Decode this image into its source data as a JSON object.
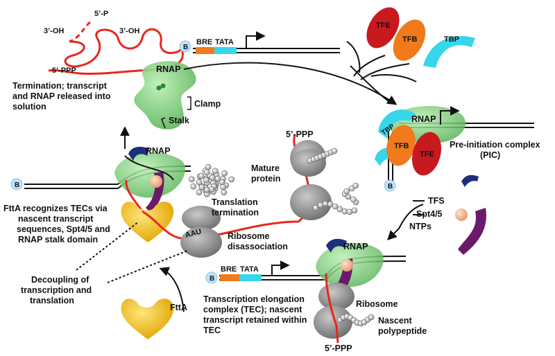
{
  "labels": {
    "termination": [
      "Termination; transcript",
      "and RNAP released into",
      "solution"
    ],
    "oh_left": "3’-OH",
    "p5": "5’-P",
    "oh_right": "3’-OH",
    "ppp_top": "5’-PPP",
    "rnap_free": "RNAP",
    "clamp": "Clamp",
    "stalk": "Stalk",
    "bre": "BRE",
    "tata": "TATA",
    "b": "B",
    "tfe": "TFE",
    "tfb": "TFB",
    "tbp": "TBP",
    "rnap_pic": "RNAP",
    "pic": [
      "Pre-initiation complex",
      "(PIC)"
    ],
    "rnap_left": "RNAP",
    "ppp_mid": "5’-PPP",
    "mature": [
      "Mature",
      "protein"
    ],
    "translation_term": [
      "Translation",
      "termination"
    ],
    "fttA_recognizes": [
      "FttA recognizes TECs via",
      "nascent transcript",
      "sequences, Spt4/5 and",
      "RNAP stalk domain"
    ],
    "aau": "AAU",
    "ribosome_dis": [
      "Ribosome",
      "disassociation"
    ],
    "tfs": "TFS",
    "spt": "Spt4/5",
    "ntps": "NTPs",
    "decoupling": [
      "Decoupling of",
      "transcription and",
      "translation"
    ],
    "fttA": "FttA",
    "tec": [
      "Transcription elongation",
      "complex (TEC); nascent",
      "transcript retained within",
      "TEC"
    ],
    "rnap_tec": "RNAP",
    "ribosome": "Ribosome",
    "nascent": [
      "Nascent",
      "polypeptide"
    ],
    "ppp_bottom": "5’-PPP"
  },
  "colors": {
    "rna": "#e8261b",
    "rnap": "#7fcf7a",
    "tfe": "#c8191f",
    "tfb": "#f07a1c",
    "tbp": "#38d6ea",
    "bre": "#f07a1c",
    "tata": "#38d6ea",
    "ftta": "#f2c21b",
    "spt": "#6b1a6b",
    "tfs": "#1d2f7a",
    "ribosome": "#8c8c8c",
    "bead": "#d9d9d9"
  }
}
